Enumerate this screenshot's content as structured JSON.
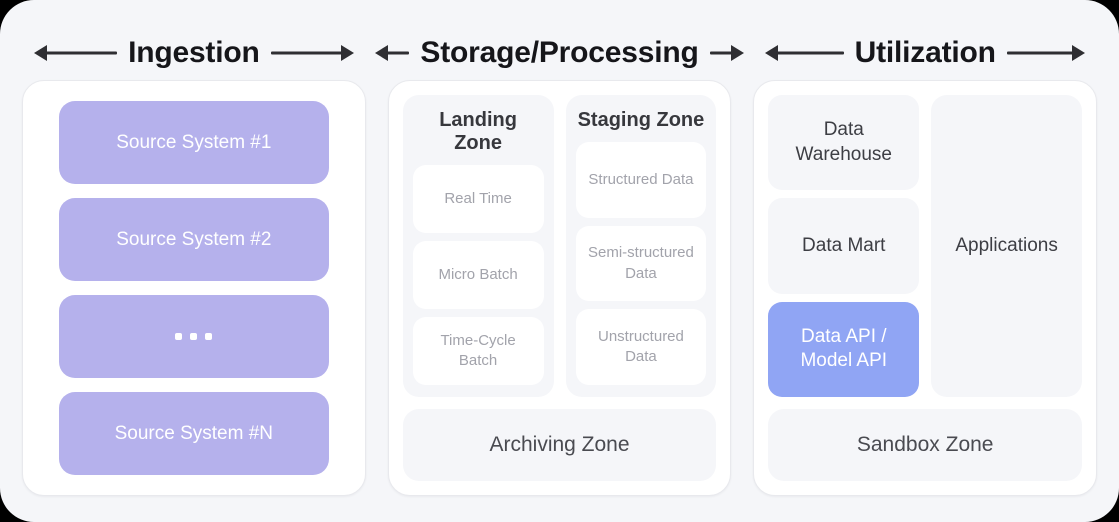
{
  "columns": [
    {
      "title": "Ingestion",
      "arrow_left": "arrow-left-icon",
      "arrow_right": "arrow-right-icon",
      "sources": [
        {
          "label": "Source System #1",
          "kind": "text"
        },
        {
          "label": "Source System #2",
          "kind": "text"
        },
        {
          "label": "...",
          "kind": "ellipsis"
        },
        {
          "label": "Source System #N",
          "kind": "text"
        }
      ]
    },
    {
      "title": "Storage/Processing",
      "arrow_left": "arrow-left-icon",
      "arrow_right": "arrow-right-icon",
      "zones": [
        {
          "title": "Landing Zone",
          "items": [
            "Real Time",
            "Micro Batch",
            "Time-Cycle Batch"
          ]
        },
        {
          "title": "Staging Zone",
          "items": [
            "Structured Data",
            "Semi-structured Data",
            "Unstructured Data"
          ]
        }
      ],
      "wide_zone": "Archiving Zone"
    },
    {
      "title": "Utilization",
      "arrow_left": "arrow-left-icon",
      "arrow_right": "arrow-right-icon",
      "cards": [
        {
          "label": "Data Warehouse",
          "accent": false
        },
        {
          "label": "Data Mart",
          "accent": false
        },
        {
          "label": "Data API / Model API",
          "accent": true
        }
      ],
      "side_card": "Applications",
      "wide_zone": "Sandbox Zone"
    }
  ],
  "colors": {
    "page_background": "#f5f6f9",
    "panel_background": "#ffffff",
    "source_purple": "#b5b1ec",
    "accent_blue": "#90a5f4",
    "zone_gray": "#f5f6f9",
    "title_text": "#16161a",
    "muted_text": "#a2a3ab"
  }
}
